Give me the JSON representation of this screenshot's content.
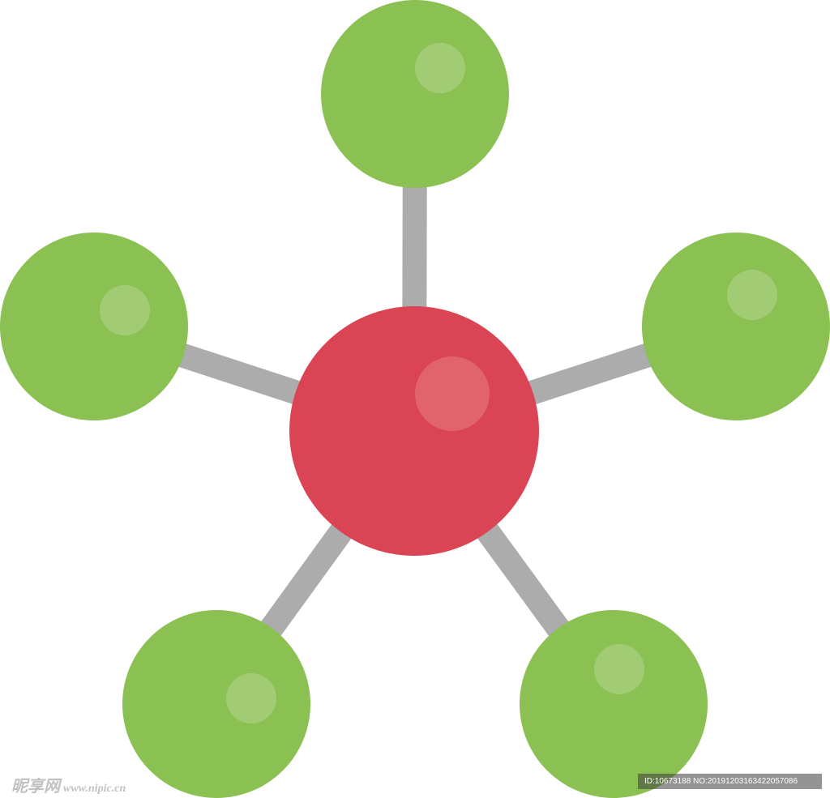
{
  "colors": {
    "bond": "#acacac",
    "outer_atom": "#8bc053",
    "outer_highlight": "#a2cc74",
    "center_atom": "#db4454",
    "center_highlight": "#e1636d",
    "background": "#ffffff"
  },
  "diagram": {
    "center_atom": {
      "id": "center",
      "shape": "sphere",
      "color_key": "center"
    },
    "outer_atoms": [
      {
        "id": "top"
      },
      {
        "id": "left"
      },
      {
        "id": "right"
      },
      {
        "id": "bottom-left"
      },
      {
        "id": "bottom-right"
      }
    ],
    "bonds": [
      {
        "from": "center",
        "to": "top"
      },
      {
        "from": "center",
        "to": "left"
      },
      {
        "from": "center",
        "to": "right"
      },
      {
        "from": "center",
        "to": "bottom-left"
      },
      {
        "from": "center",
        "to": "bottom-right"
      }
    ]
  },
  "watermark": {
    "left_brand": "昵享网",
    "left_url": "www.nipic.cn",
    "right_id": "ID:10673188 NO:20191203163422057086"
  }
}
